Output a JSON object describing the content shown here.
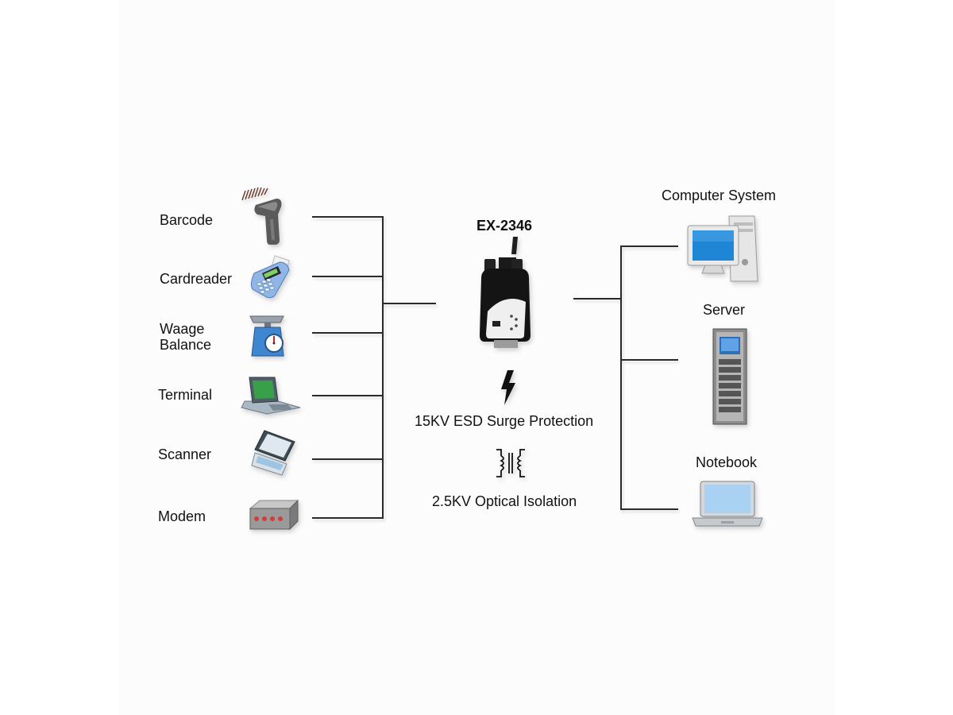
{
  "diagram": {
    "device": {
      "name": "EX-2346"
    },
    "left_devices": [
      {
        "label": "Barcode",
        "icon": "barcode-scanner-icon"
      },
      {
        "label": "Cardreader",
        "icon": "card-reader-icon"
      },
      {
        "label_line1": "Waage",
        "label_line2": "Balance",
        "icon": "scale-icon"
      },
      {
        "label": "Terminal",
        "icon": "terminal-icon"
      },
      {
        "label": "Scanner",
        "icon": "flatbed-scanner-icon"
      },
      {
        "label": "Modem",
        "icon": "modem-icon"
      }
    ],
    "right_devices": [
      {
        "label": "Computer System",
        "icon": "desktop-computer-icon"
      },
      {
        "label": "Server",
        "icon": "server-rack-icon"
      },
      {
        "label": "Notebook",
        "icon": "notebook-icon"
      }
    ],
    "features": [
      {
        "label": "15KV ESD Surge Protection",
        "icon": "lightning-icon"
      },
      {
        "label": "2.5KV Optical Isolation",
        "icon": "transformer-icon"
      }
    ]
  }
}
